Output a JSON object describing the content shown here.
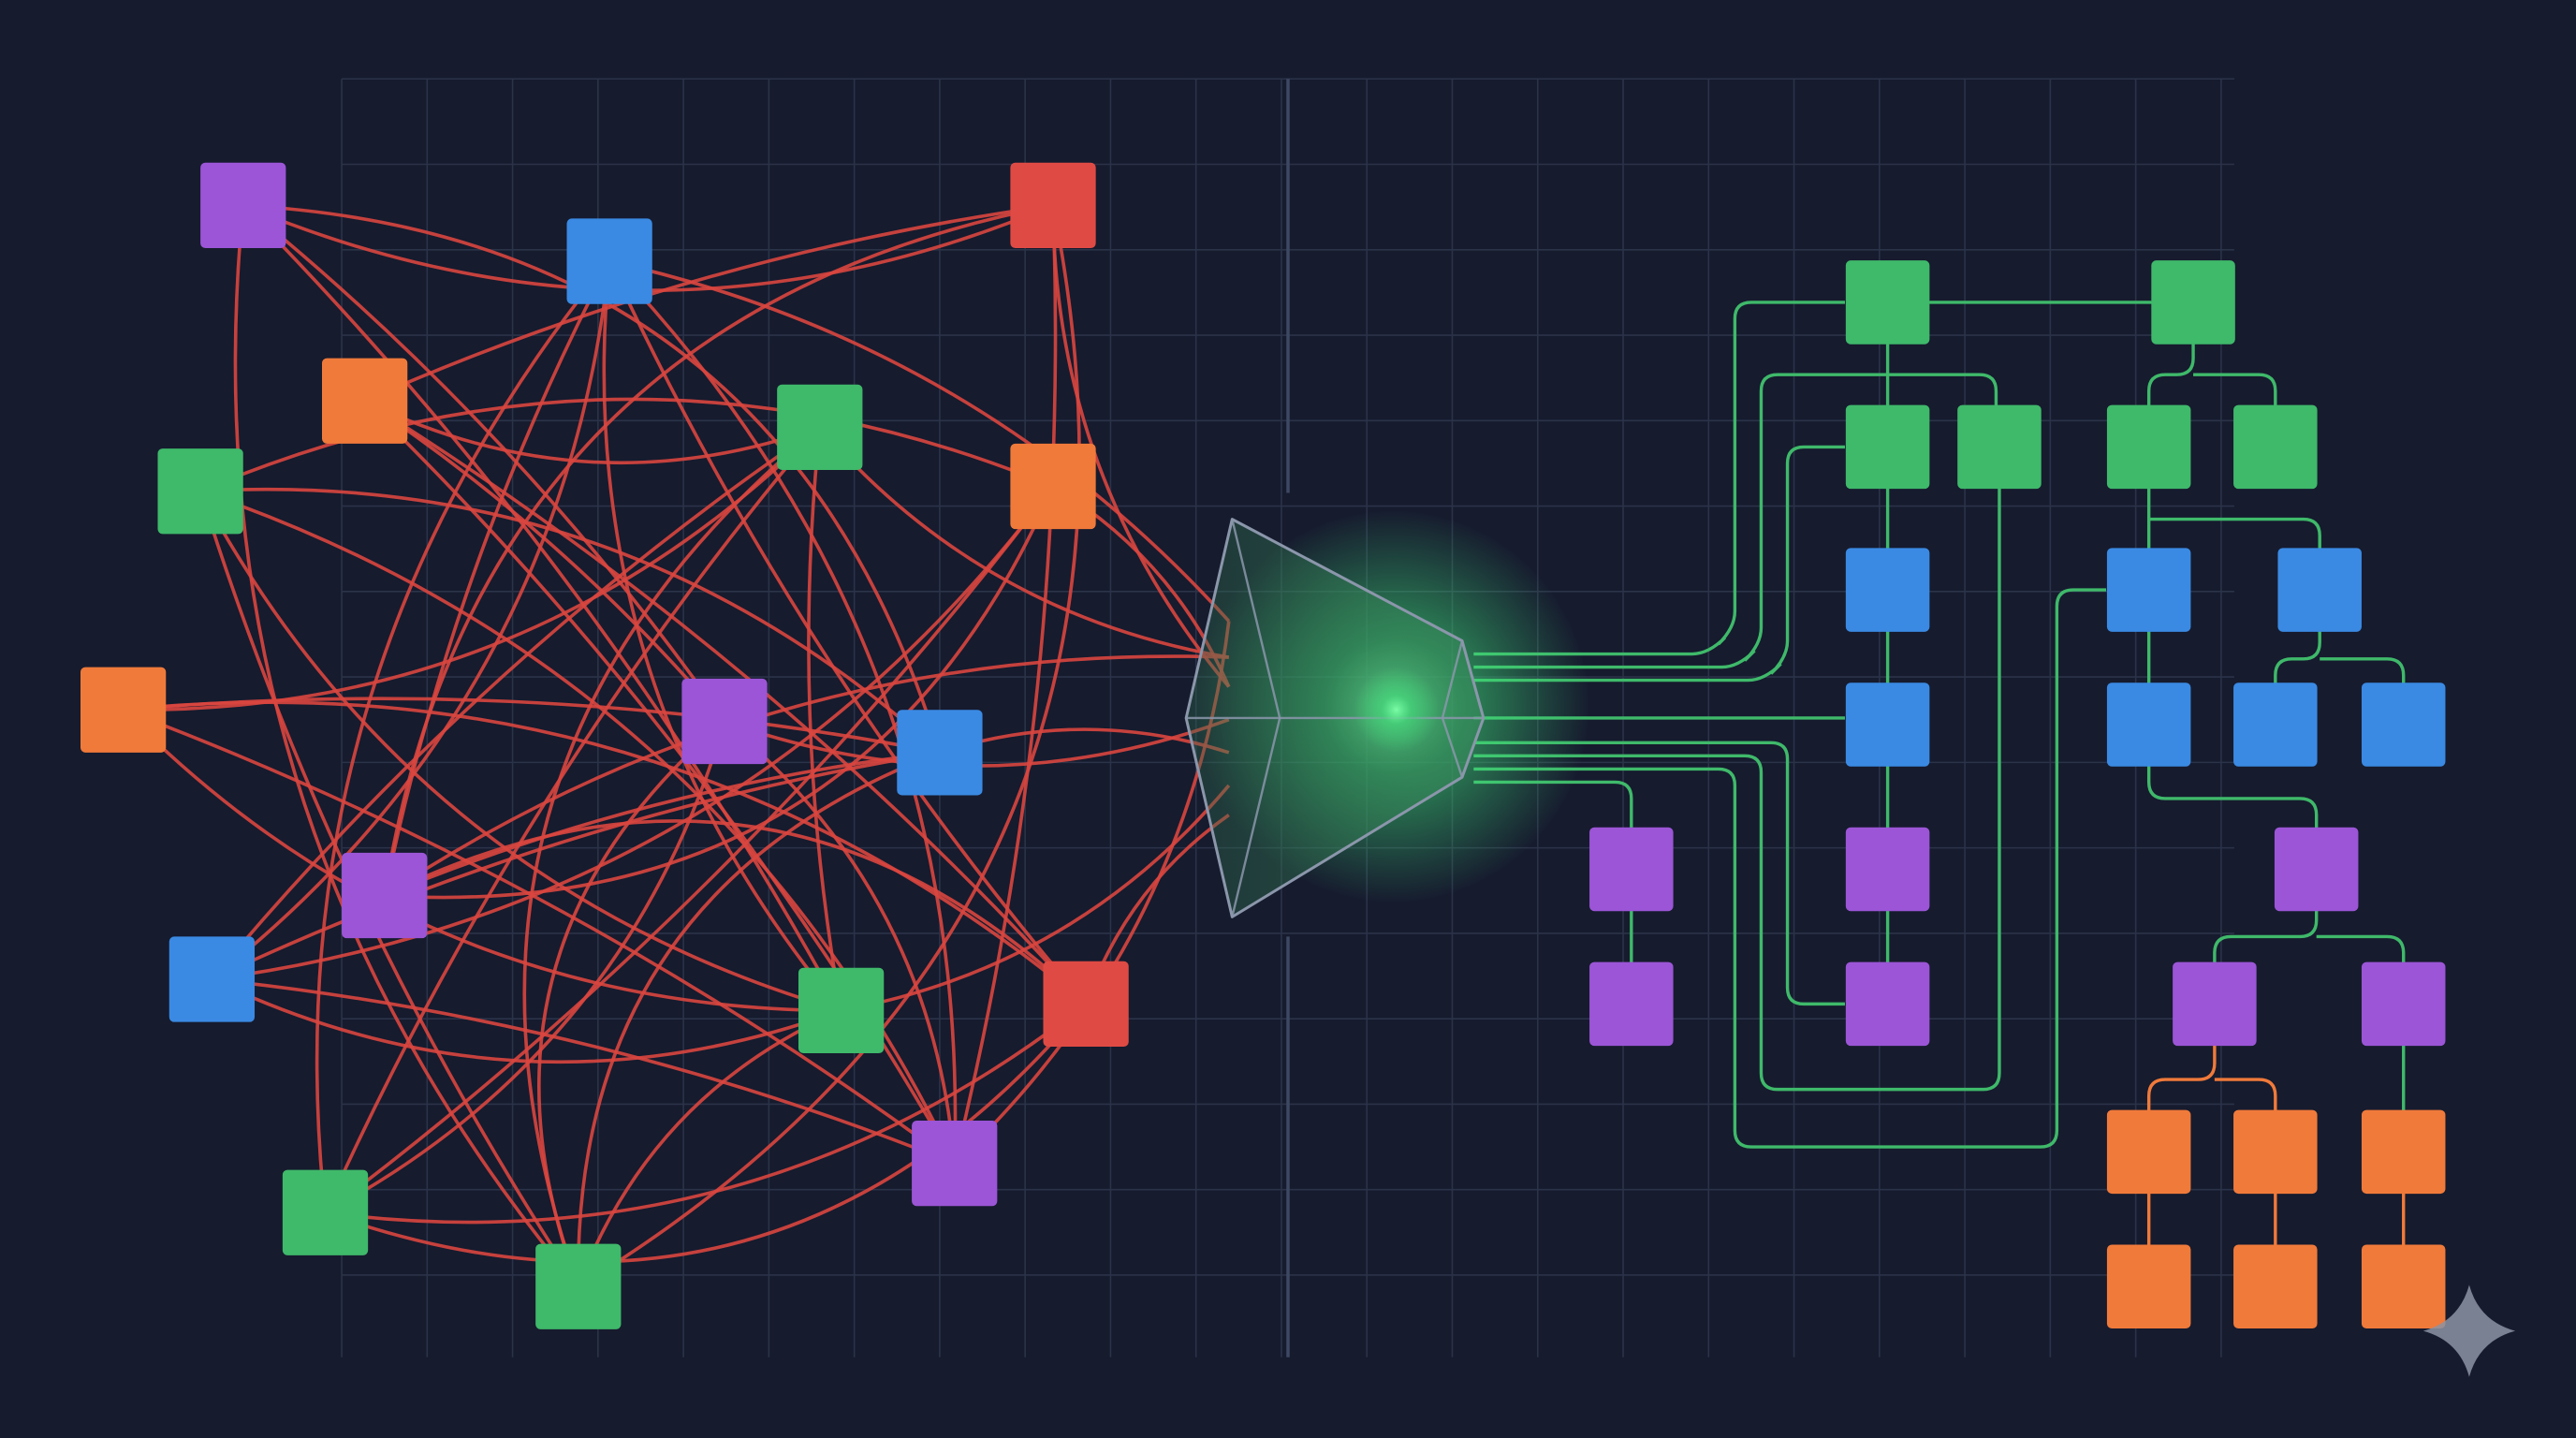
{
  "colors": {
    "background": "#161b2e",
    "grid": "#2b3349",
    "divider": "#3d4862",
    "red_wire": "#d9463f",
    "green_wire": "#3fb96a",
    "orange_wire": "#f07a3a",
    "purple": "#9b55d6",
    "blue": "#3a8ae3",
    "green": "#3fb96a",
    "orange": "#f07a3a",
    "red": "#df4b44",
    "funnel_edge": "#8b96ab",
    "glow": "#3fe07a",
    "sparkle": "#8c93a3"
  },
  "icons": {
    "funnel": "funnel-icon",
    "sparkle": "sparkle-icon"
  },
  "diagram": {
    "chaos_nodes": [
      {
        "id": "c1",
        "color": "purple"
      },
      {
        "id": "c2",
        "color": "blue"
      },
      {
        "id": "c3",
        "color": "red"
      },
      {
        "id": "c4",
        "color": "orange"
      },
      {
        "id": "c5",
        "color": "green"
      },
      {
        "id": "c6",
        "color": "green"
      },
      {
        "id": "c7",
        "color": "orange"
      },
      {
        "id": "c8",
        "color": "orange"
      },
      {
        "id": "c9",
        "color": "purple"
      },
      {
        "id": "c10",
        "color": "blue"
      },
      {
        "id": "c11",
        "color": "purple"
      },
      {
        "id": "c12",
        "color": "blue"
      },
      {
        "id": "c13",
        "color": "green"
      },
      {
        "id": "c14",
        "color": "red"
      },
      {
        "id": "c15",
        "color": "purple"
      },
      {
        "id": "c16",
        "color": "green"
      },
      {
        "id": "c17",
        "color": "green"
      }
    ],
    "ordered_nodes": [
      {
        "id": "o1",
        "color": "green"
      },
      {
        "id": "o2",
        "color": "green"
      },
      {
        "id": "o3",
        "color": "green"
      },
      {
        "id": "o4",
        "color": "green"
      },
      {
        "id": "o5",
        "color": "green"
      },
      {
        "id": "o6",
        "color": "green"
      },
      {
        "id": "o7",
        "color": "blue"
      },
      {
        "id": "o8",
        "color": "blue"
      },
      {
        "id": "o9",
        "color": "blue"
      },
      {
        "id": "o10",
        "color": "blue"
      },
      {
        "id": "o11",
        "color": "blue"
      },
      {
        "id": "o12",
        "color": "blue"
      },
      {
        "id": "o13",
        "color": "blue"
      },
      {
        "id": "o14",
        "color": "purple"
      },
      {
        "id": "o15",
        "color": "purple"
      },
      {
        "id": "o16",
        "color": "purple"
      },
      {
        "id": "o17",
        "color": "purple"
      },
      {
        "id": "o18",
        "color": "purple"
      },
      {
        "id": "o19",
        "color": "purple"
      },
      {
        "id": "o20",
        "color": "purple"
      },
      {
        "id": "o21",
        "color": "orange"
      },
      {
        "id": "o22",
        "color": "orange"
      },
      {
        "id": "o23",
        "color": "orange"
      },
      {
        "id": "o24",
        "color": "orange"
      },
      {
        "id": "o25",
        "color": "orange"
      },
      {
        "id": "o26",
        "color": "orange"
      }
    ]
  }
}
